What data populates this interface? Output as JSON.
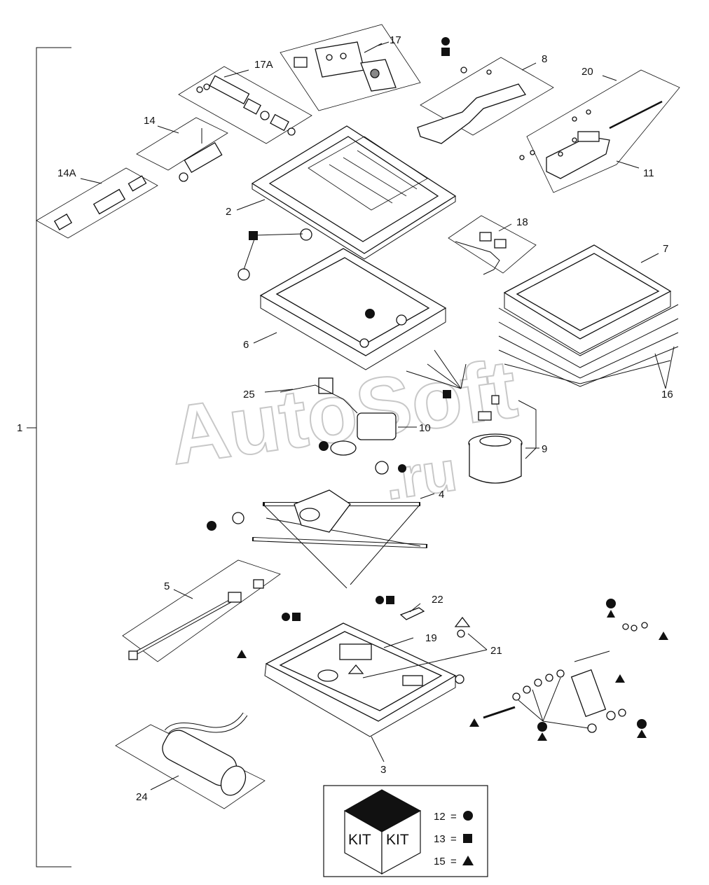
{
  "watermark": {
    "main": "AutoSoft",
    "suffix": ".ru"
  },
  "callouts": {
    "c1": "1",
    "c2": "2",
    "c3": "3",
    "c4": "4",
    "c5": "5",
    "c6": "6",
    "c7": "7",
    "c8": "8",
    "c9": "9",
    "c10": "10",
    "c11": "11",
    "c14": "14",
    "c14a": "14A",
    "c16": "16",
    "c17": "17",
    "c17a": "17A",
    "c18": "18",
    "c19": "19",
    "c20": "20",
    "c21": "21",
    "c22": "22",
    "c24": "24",
    "c25": "25"
  },
  "kit_box": {
    "face_left": "KIT",
    "face_right": "KIT",
    "items": [
      {
        "number": "12",
        "symbol": "circle"
      },
      {
        "number": "13",
        "symbol": "square"
      },
      {
        "number": "15",
        "symbol": "triangle"
      }
    ]
  }
}
